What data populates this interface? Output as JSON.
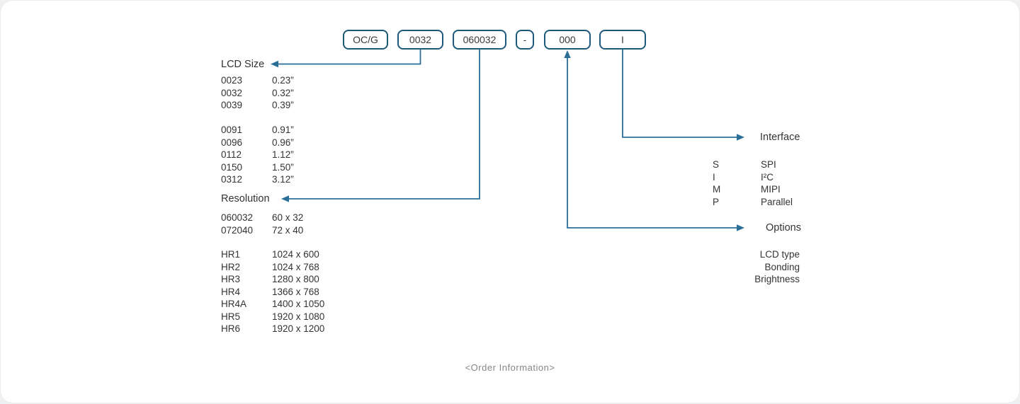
{
  "caption": "<Order Information>",
  "colors": {
    "box_border": "#1d5a7a",
    "connector_line": "#2b6f99",
    "text": "#333333",
    "caption_text": "#85878a"
  },
  "code_boxes": [
    {
      "label": "OC/G"
    },
    {
      "label": "0032"
    },
    {
      "label": "060032"
    },
    {
      "label": "-"
    },
    {
      "label": "000"
    },
    {
      "label": "I"
    }
  ],
  "lcd_size": {
    "title": "LCD Size",
    "groups": [
      [
        {
          "code": "0023",
          "value": "0.23”"
        },
        {
          "code": "0032",
          "value": "0.32”"
        },
        {
          "code": "0039",
          "value": "0.39”"
        }
      ],
      [
        {
          "code": "0091",
          "value": "0.91”"
        },
        {
          "code": "0096",
          "value": "0.96”"
        },
        {
          "code": "0112",
          "value": "1.12”"
        },
        {
          "code": "0150",
          "value": "1.50”"
        },
        {
          "code": "0312",
          "value": "3.12”"
        }
      ]
    ]
  },
  "resolution": {
    "title": "Resolution",
    "groups": [
      [
        {
          "code": "060032",
          "value": "60 x 32"
        },
        {
          "code": "072040",
          "value": "72 x 40"
        }
      ],
      [
        {
          "code": "HR1",
          "value": "1024 x 600"
        },
        {
          "code": "HR2",
          "value": "1024 x 768"
        },
        {
          "code": "HR3",
          "value": "1280 x 800"
        },
        {
          "code": "HR4",
          "value": "1366 x 768"
        },
        {
          "code": "HR4A",
          "value": "1400 x 1050"
        },
        {
          "code": "HR5",
          "value": "1920 x 1080"
        },
        {
          "code": "HR6",
          "value": "1920 x 1200"
        }
      ]
    ]
  },
  "interface": {
    "title": "Interface",
    "items": [
      {
        "code": "S",
        "value": "SPI"
      },
      {
        "code": "I",
        "value": "I²C"
      },
      {
        "code": "M",
        "value": "MIPI"
      },
      {
        "code": "P",
        "value": "Parallel"
      }
    ]
  },
  "options": {
    "title": "Options",
    "items": [
      "LCD type",
      "Bonding",
      "Brightness"
    ]
  }
}
